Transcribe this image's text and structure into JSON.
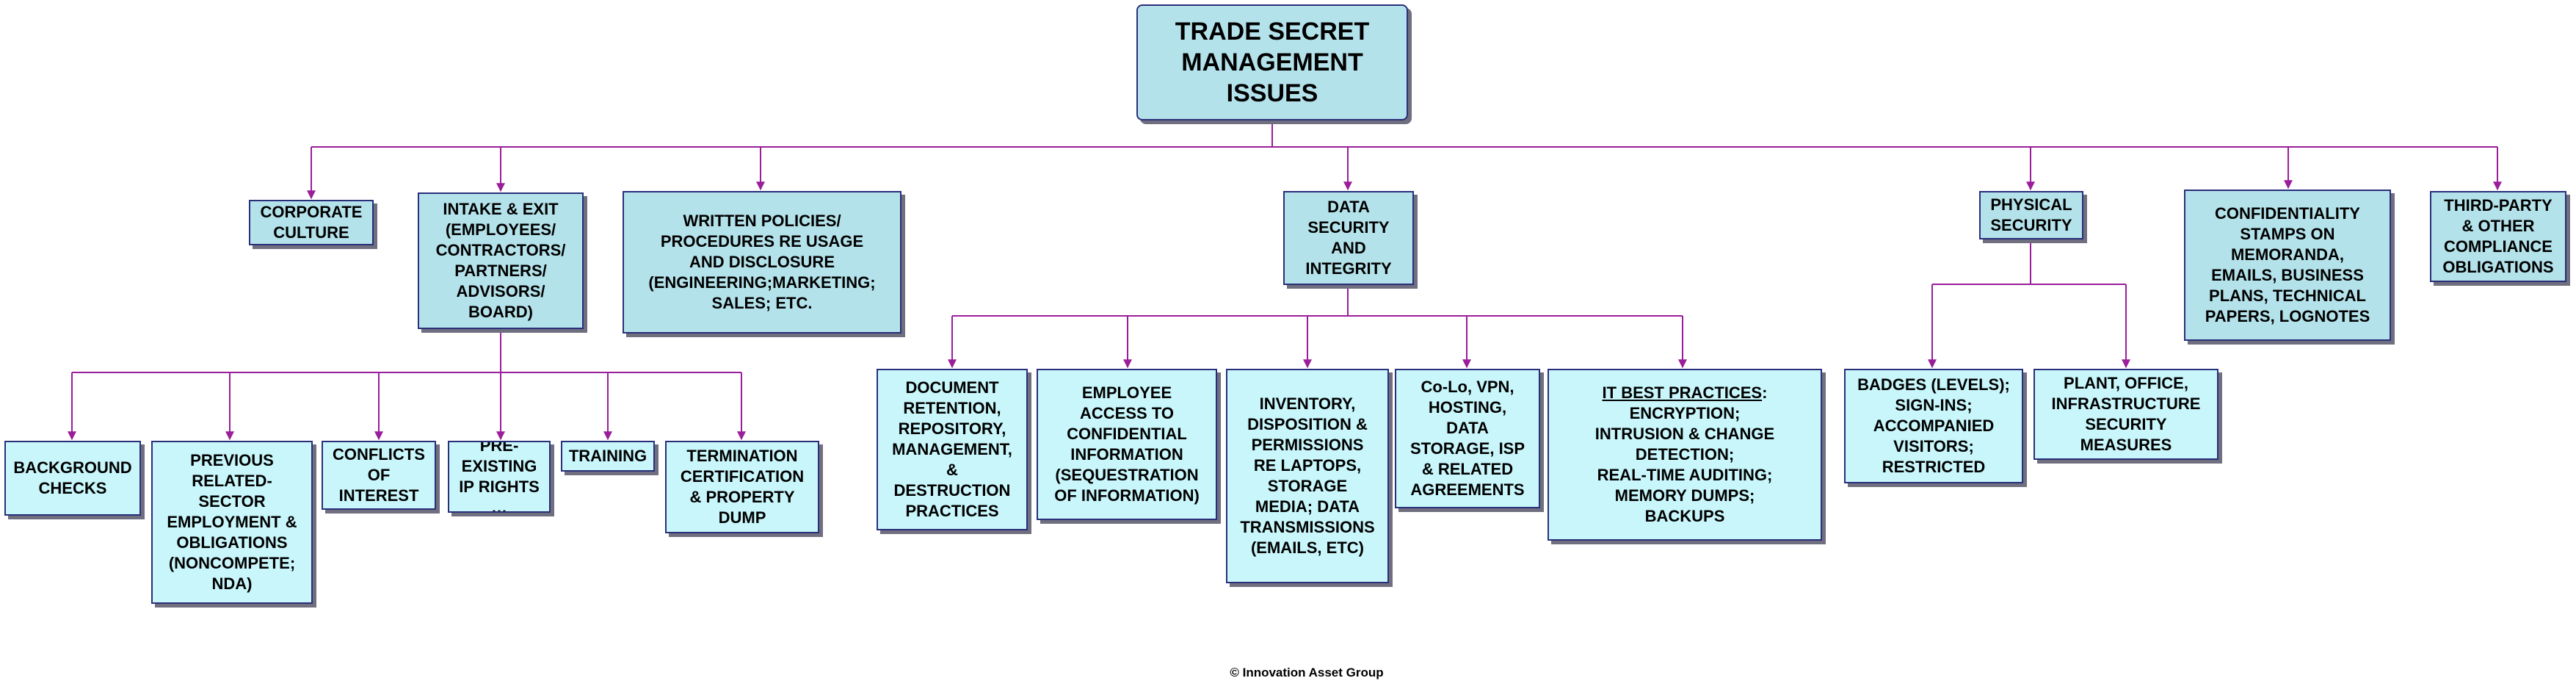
{
  "root": {
    "label": "TRADE SECRET\nMANAGEMENT\nISSUES"
  },
  "level1": {
    "corporate_culture": "CORPORATE\nCULTURE",
    "intake_exit": "INTAKE & EXIT\n(EMPLOYEES/\nCONTRACTORS/\nPARTNERS/\nADVISORS/\nBOARD)",
    "written_policies": "WRITTEN POLICIES/\nPROCEDURES RE USAGE\nAND DISCLOSURE\n(ENGINEERING;MARKETING;\nSALES; ETC.",
    "data_security": "DATA\nSECURITY\nAND\nINTEGRITY",
    "physical_security": "PHYSICAL\nSECURITY",
    "confidentiality_stamps": "CONFIDENTIALITY\nSTAMPS ON\nMEMORANDA,\nEMAILS, BUSINESS\nPLANS, TECHNICAL\nPAPERS, LOGNOTES",
    "third_party": "THIRD-PARTY\n& OTHER\nCOMPLIANCE\nOBLIGATIONS"
  },
  "intake_children": {
    "background_checks": "BACKGROUND\nCHECKS",
    "previous_employment": "PREVIOUS\nRELATED-\nSECTOR\nEMPLOYMENT &\nOBLIGATIONS\n(NONCOMPETE;\nNDA)",
    "conflicts": "CONFLICTS\nOF\nINTEREST",
    "pre_existing_ip": "PRE-\nEXISTING\nIP RIGHTS\n…",
    "training": "TRAINING",
    "termination": "TERMINATION\nCERTIFICATION\n& PROPERTY\nDUMP"
  },
  "data_children": {
    "document_retention": "DOCUMENT\nRETENTION,\nREPOSITORY,\nMANAGEMENT,\n&\nDESTRUCTION\nPRACTICES",
    "employee_access": "EMPLOYEE\nACCESS TO\nCONFIDENTIAL\nINFORMATION\n(SEQUESTRATION\nOF INFORMATION)",
    "inventory": "INVENTORY,\nDISPOSITION &\nPERMISSIONS\nRE  LAPTOPS,\nSTORAGE\nMEDIA; DATA\nTRANSMISSIONS\n(EMAILS, ETC)",
    "colo": "Co-Lo, VPN,\nHOSTING,\nDATA\nSTORAGE, ISP\n& RELATED\nAGREEMENTS",
    "it_best_title": "IT BEST PRACTICES",
    "it_best_colon": ":",
    "it_best_rest": "\nENCRYPTION;\nINTRUSION & CHANGE\nDETECTION;\nREAL-TIME AUDITING;\nMEMORY DUMPS;\nBACKUPS"
  },
  "physical_children": {
    "badges": "BADGES (LEVELS);\nSIGN-INS;\nACCOMPANIED\nVISITORS;\nRESTRICTED",
    "plant_office": "PLANT, OFFICE,\nINFRASTRUCTURE\nSECURITY\nMEASURES"
  },
  "footer": {
    "copyright": "© Innovation Asset Group"
  },
  "colors": {
    "connector": "#9a1e9a",
    "box_dark": "#b4e2ea",
    "box_light": "#c8f6fb",
    "border": "#2a2f7a"
  }
}
